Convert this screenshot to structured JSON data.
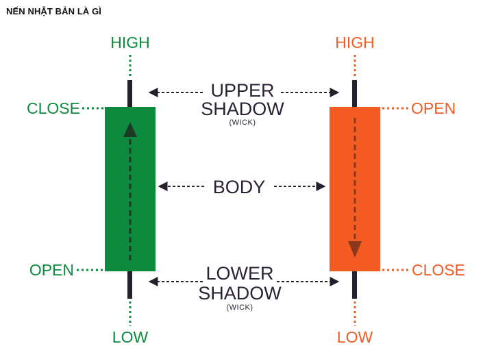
{
  "title": "NẾN NHẬT BẢN LÀ GÌ",
  "colors": {
    "bullish": "#0e8a3e",
    "bearish": "#f35b22",
    "wick": "#24202c",
    "text_dark": "#2b2233"
  },
  "bullish_candle": {
    "high_label": "HIGH",
    "close_label": "CLOSE",
    "open_label": "OPEN",
    "low_label": "LOW"
  },
  "bearish_candle": {
    "high_label": "HIGH",
    "open_label": "OPEN",
    "close_label": "CLOSE",
    "low_label": "LOW"
  },
  "center": {
    "upper_line1": "UPPER",
    "upper_line2": "SHADOW",
    "upper_sub": "(WICK)",
    "body": "BODY",
    "lower_line1": "LOWER",
    "lower_line2": "SHADOW",
    "lower_sub": "(WICK)"
  }
}
